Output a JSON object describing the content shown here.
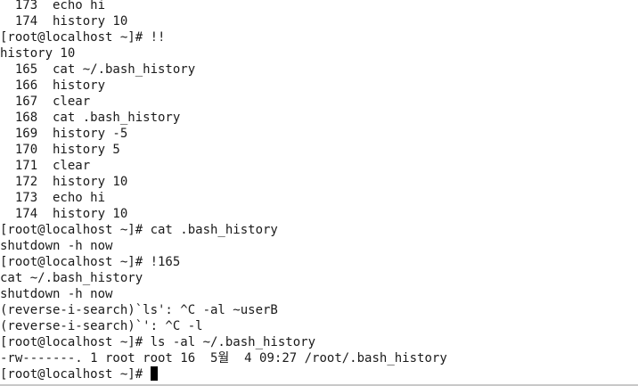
{
  "terminal": {
    "lines": [
      "  173  echo hi",
      "  174  history 10",
      "[root@localhost ~]# !!",
      "history 10",
      "  165  cat ~/.bash_history",
      "  166  history",
      "  167  clear",
      "  168  cat .bash_history",
      "  169  history -5",
      "  170  history 5",
      "  171  clear",
      "  172  history 10",
      "  173  echo hi",
      "  174  history 10",
      "[root@localhost ~]# cat .bash_history",
      "shutdown -h now",
      "[root@localhost ~]# !165",
      "cat ~/.bash_history",
      "shutdown -h now",
      "(reverse-i-search)`ls': ^C -al ~userB",
      "(reverse-i-search)`': ^C -l",
      "[root@localhost ~]# ls -al ~/.bash_history",
      "-rw-------. 1 root root 16  5월  4 09:27 /root/.bash_history"
    ],
    "prompt": "[root@localhost ~]# "
  }
}
